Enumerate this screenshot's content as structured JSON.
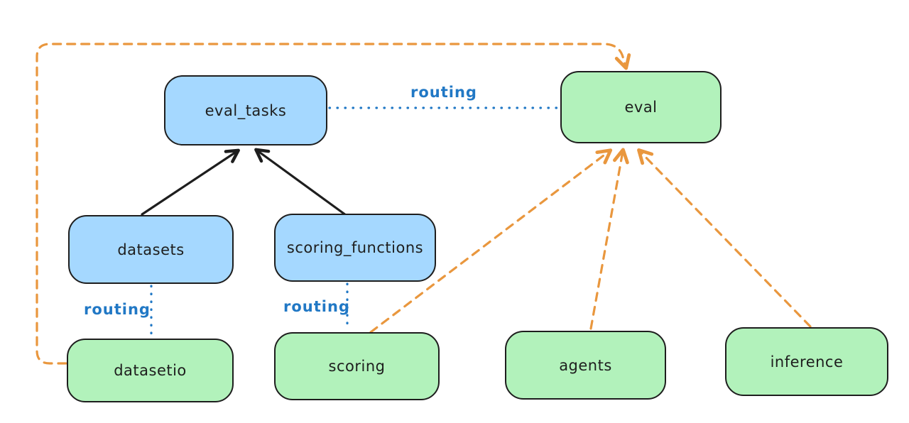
{
  "diagram": {
    "type": "architecture-routing-diagram",
    "colors": {
      "node_fill_blue": "#a5d8ff",
      "node_fill_green": "#b2f2bb",
      "node_stroke": "#1e1e1e",
      "solid_edge": "#1e1e1e",
      "dotted_edge_blue": "#2178c5",
      "dashed_edge_orange": "#e9973e",
      "label_blue": "#2178c5",
      "background": "#ffffff"
    },
    "nodes": {
      "eval_tasks": {
        "label": "eval_tasks",
        "color": "blue"
      },
      "eval": {
        "label": "eval",
        "color": "green"
      },
      "datasets": {
        "label": "datasets",
        "color": "blue"
      },
      "scoring_functions": {
        "label": "scoring_functions",
        "color": "blue"
      },
      "datasetio": {
        "label": "datasetio",
        "color": "green"
      },
      "scoring": {
        "label": "scoring",
        "color": "green"
      },
      "agents": {
        "label": "agents",
        "color": "green"
      },
      "inference": {
        "label": "inference",
        "color": "green"
      }
    },
    "edges": [
      {
        "from": "datasets",
        "to": "eval_tasks",
        "style": "solid",
        "color": "black",
        "arrowhead": true,
        "label": ""
      },
      {
        "from": "scoring_functions",
        "to": "eval_tasks",
        "style": "solid",
        "color": "black",
        "arrowhead": true,
        "label": ""
      },
      {
        "from": "eval_tasks",
        "to": "eval",
        "style": "dotted",
        "color": "blue",
        "arrowhead": false,
        "label": "routing"
      },
      {
        "from": "datasets",
        "to": "datasetio",
        "style": "dotted",
        "color": "blue",
        "arrowhead": false,
        "label": "routing"
      },
      {
        "from": "scoring_functions",
        "to": "scoring",
        "style": "dotted",
        "color": "blue",
        "arrowhead": false,
        "label": "routing"
      },
      {
        "from": "datasetio",
        "to": "eval",
        "style": "dashed",
        "color": "orange",
        "arrowhead": true,
        "label": ""
      },
      {
        "from": "scoring",
        "to": "eval",
        "style": "dashed",
        "color": "orange",
        "arrowhead": true,
        "label": ""
      },
      {
        "from": "agents",
        "to": "eval",
        "style": "dashed",
        "color": "orange",
        "arrowhead": true,
        "label": ""
      },
      {
        "from": "inference",
        "to": "eval",
        "style": "dashed",
        "color": "orange",
        "arrowhead": true,
        "label": ""
      }
    ]
  }
}
